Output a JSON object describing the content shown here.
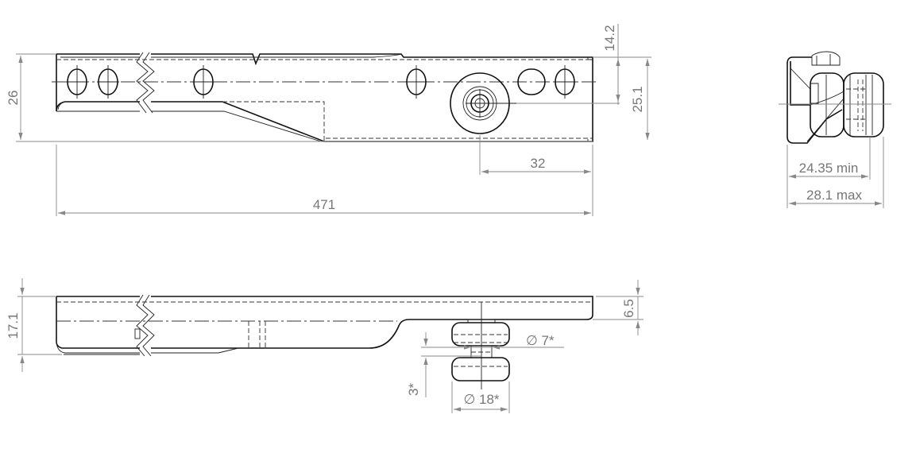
{
  "drawing": {
    "top_view": {
      "dim_height": "26",
      "dim_offset": "14.2",
      "dim_height_right": "25.1",
      "dim_roller_offset": "32",
      "dim_length": "471"
    },
    "end_view": {
      "dim_min": "24.35 min",
      "dim_max": "28.1 max"
    },
    "side_view": {
      "dim_height": "17.1",
      "dim_thickness": "6.5",
      "dim_axle_diameter": "∅ 7*",
      "dim_gap": "3*",
      "dim_roller_diameter": "∅ 18*"
    },
    "colors": {
      "line": "#111111",
      "dimension": "#888888"
    }
  }
}
